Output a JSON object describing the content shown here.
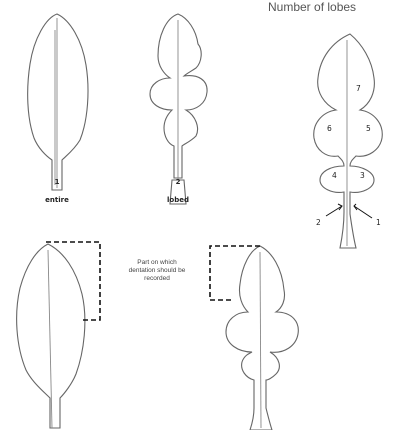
{
  "title": "Number of lobes",
  "top_leaves": [
    {
      "number": "1",
      "label": "entire"
    },
    {
      "number": "2",
      "label": "lobed"
    }
  ],
  "lobe_numbers": [
    "7",
    "6",
    "5",
    "4",
    "3",
    "2",
    "1"
  ],
  "dentation_note": "Part on which dentation should be recorded"
}
